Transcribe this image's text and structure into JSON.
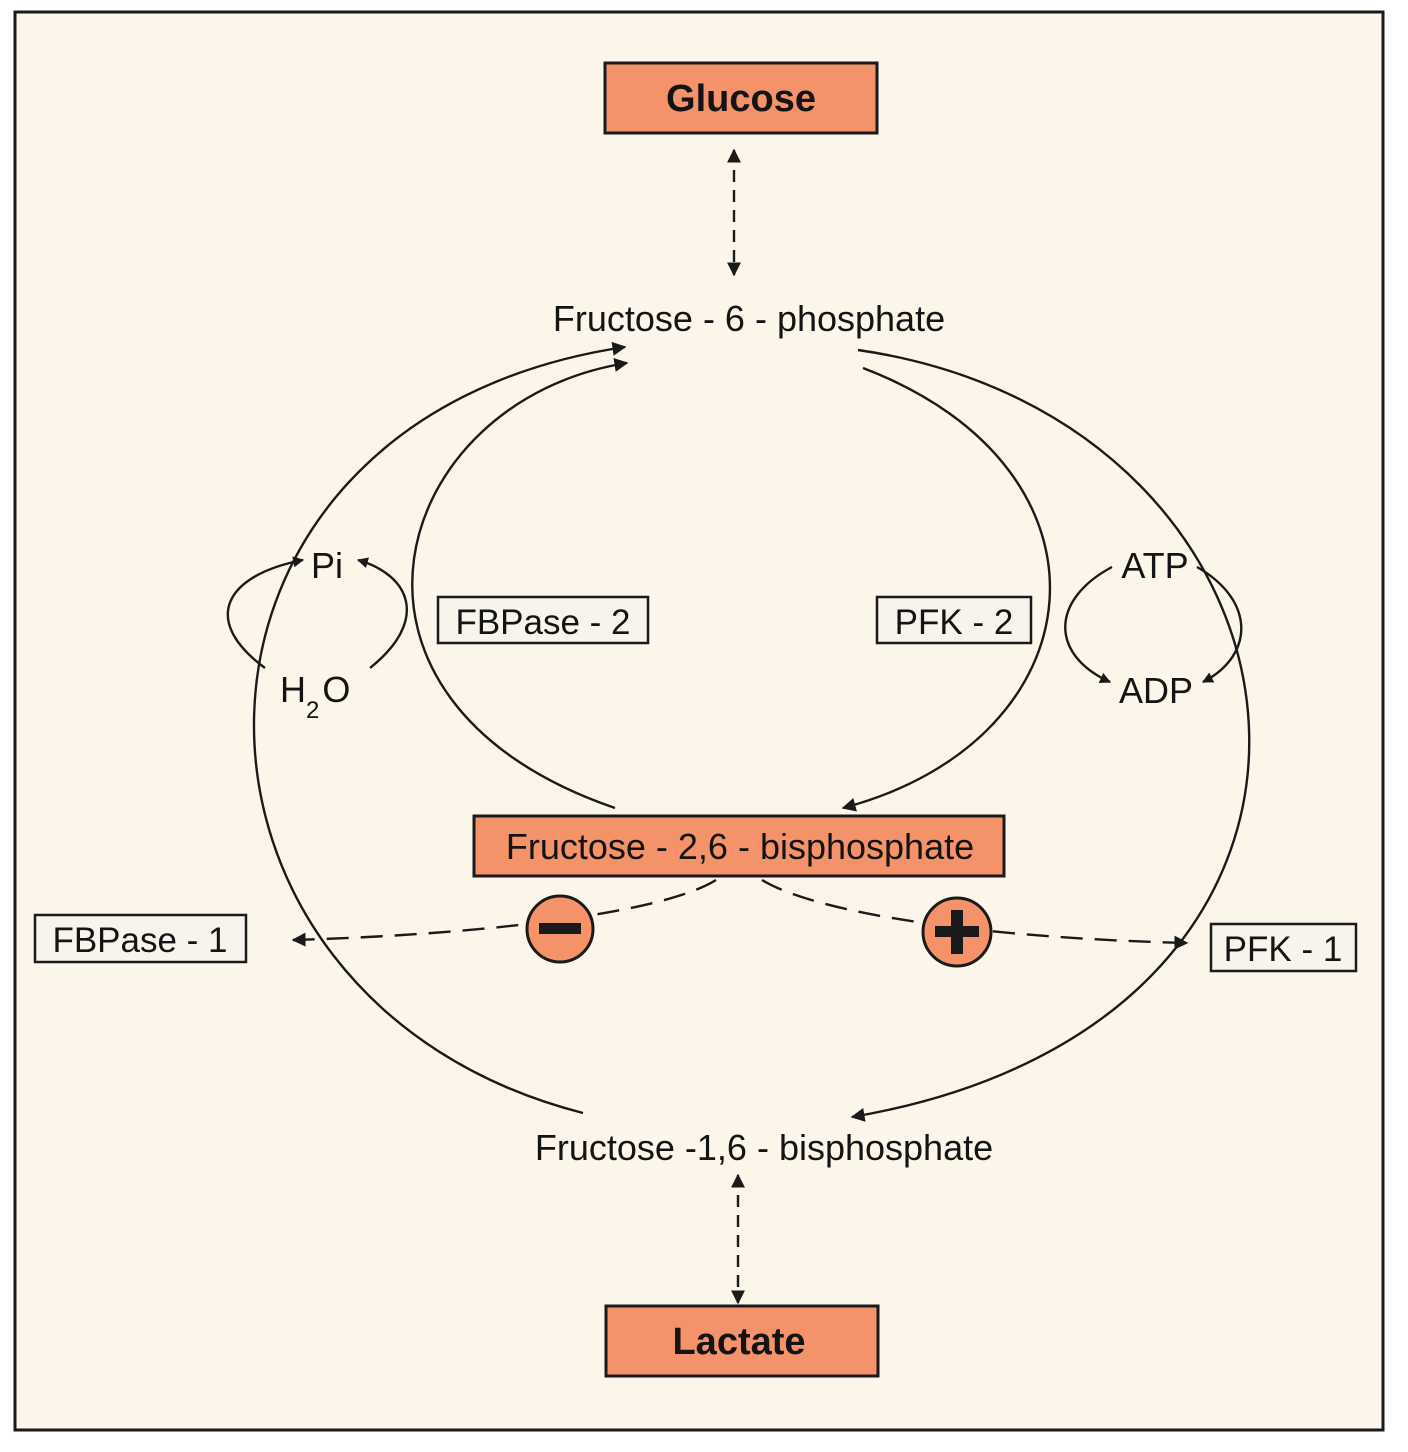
{
  "nodes": {
    "glucose": "Glucose",
    "f6p": "Fructose - 6 - phosphate",
    "f26bp": "Fructose - 2,6 - bisphosphate",
    "f16bp": "Fructose -1,6 - bisphosphate",
    "lactate": "Lactate"
  },
  "enzymes": {
    "fbpase2": "FBPase - 2",
    "pfk2": "PFK - 2",
    "fbpase1": "FBPase - 1",
    "pfk1": "PFK - 1"
  },
  "cofactors": {
    "pi": "Pi",
    "water_h": "H",
    "water_sub": "2",
    "water_o": "O",
    "atp": "ATP",
    "adp": "ADP"
  },
  "regulation": {
    "inhibit": "−",
    "activate": "+"
  },
  "colors": {
    "background": "#fcf6ea",
    "box_fill": "#f4926a",
    "enzyme_box_fill": "#f7f4ec",
    "line": "#1a1a1a"
  }
}
